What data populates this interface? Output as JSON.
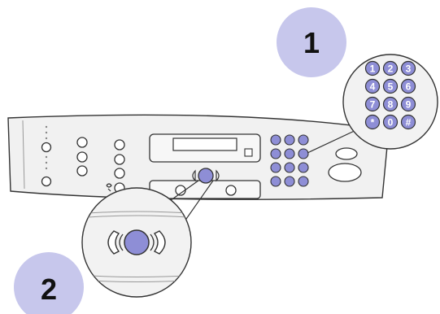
{
  "steps": [
    {
      "number": "1"
    },
    {
      "number": "2"
    }
  ],
  "keypad": {
    "keys": [
      "1",
      "2",
      "3",
      "4",
      "5",
      "6",
      "7",
      "8",
      "9",
      "*",
      "0",
      "#"
    ]
  },
  "colors": {
    "callout_fill": "#c7c7ec",
    "key_fill": "#8e8ed6",
    "highlight_button": "#8e8ed6",
    "panel_fill": "#f1f1f1",
    "outline": "#333333"
  }
}
